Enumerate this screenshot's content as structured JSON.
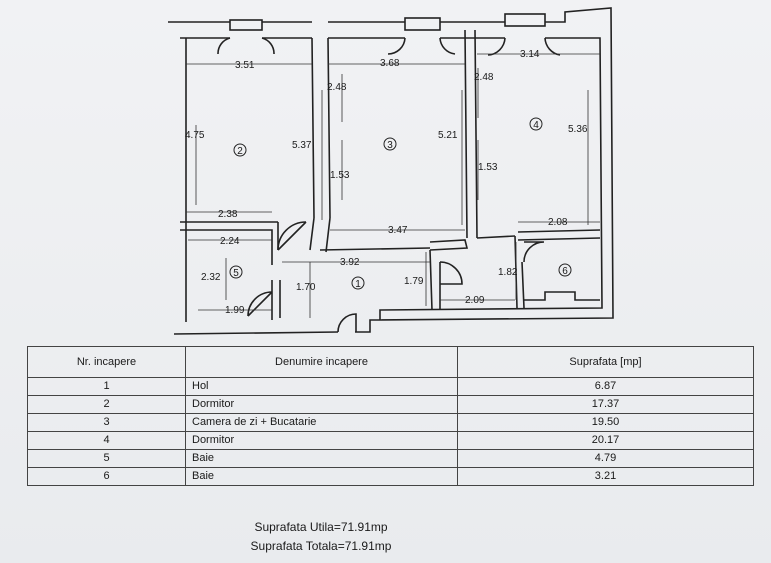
{
  "plan": {
    "rooms": [
      {
        "id": "room-1",
        "number": "1"
      },
      {
        "id": "room-2",
        "number": "2"
      },
      {
        "id": "room-3",
        "number": "3"
      },
      {
        "id": "room-4",
        "number": "4"
      },
      {
        "id": "room-5",
        "number": "5"
      },
      {
        "id": "room-6",
        "number": "6"
      }
    ],
    "dimensions": [
      "3.51",
      "3.68",
      "3.14",
      "2.48",
      "2.48",
      "4.75",
      "5.37",
      "5.21",
      "5.36",
      "1.53",
      "1.53",
      "2.38",
      "3.47",
      "2.08",
      "2.24",
      "3.92",
      "2.32",
      "1.70",
      "1.79",
      "1.82",
      "2.09",
      "1.99"
    ]
  },
  "table": {
    "header": {
      "nr": "Nr. incapere",
      "name": "Denumire incapere",
      "area": "Suprafata [mp]"
    },
    "rows": [
      {
        "nr": "1",
        "name": "Hol",
        "area": "6.87"
      },
      {
        "nr": "2",
        "name": "Dormitor",
        "area": "17.37"
      },
      {
        "nr": "3",
        "name": "Camera de zi + Bucatarie",
        "area": "19.50"
      },
      {
        "nr": "4",
        "name": "Dormitor",
        "area": "20.17"
      },
      {
        "nr": "5",
        "name": "Baie",
        "area": "4.79"
      },
      {
        "nr": "6",
        "name": "Baie",
        "area": "3.21"
      }
    ],
    "useful_area": "Suprafata Utila=71.91mp",
    "total_area": "Suprafata Totala=71.91mp"
  }
}
